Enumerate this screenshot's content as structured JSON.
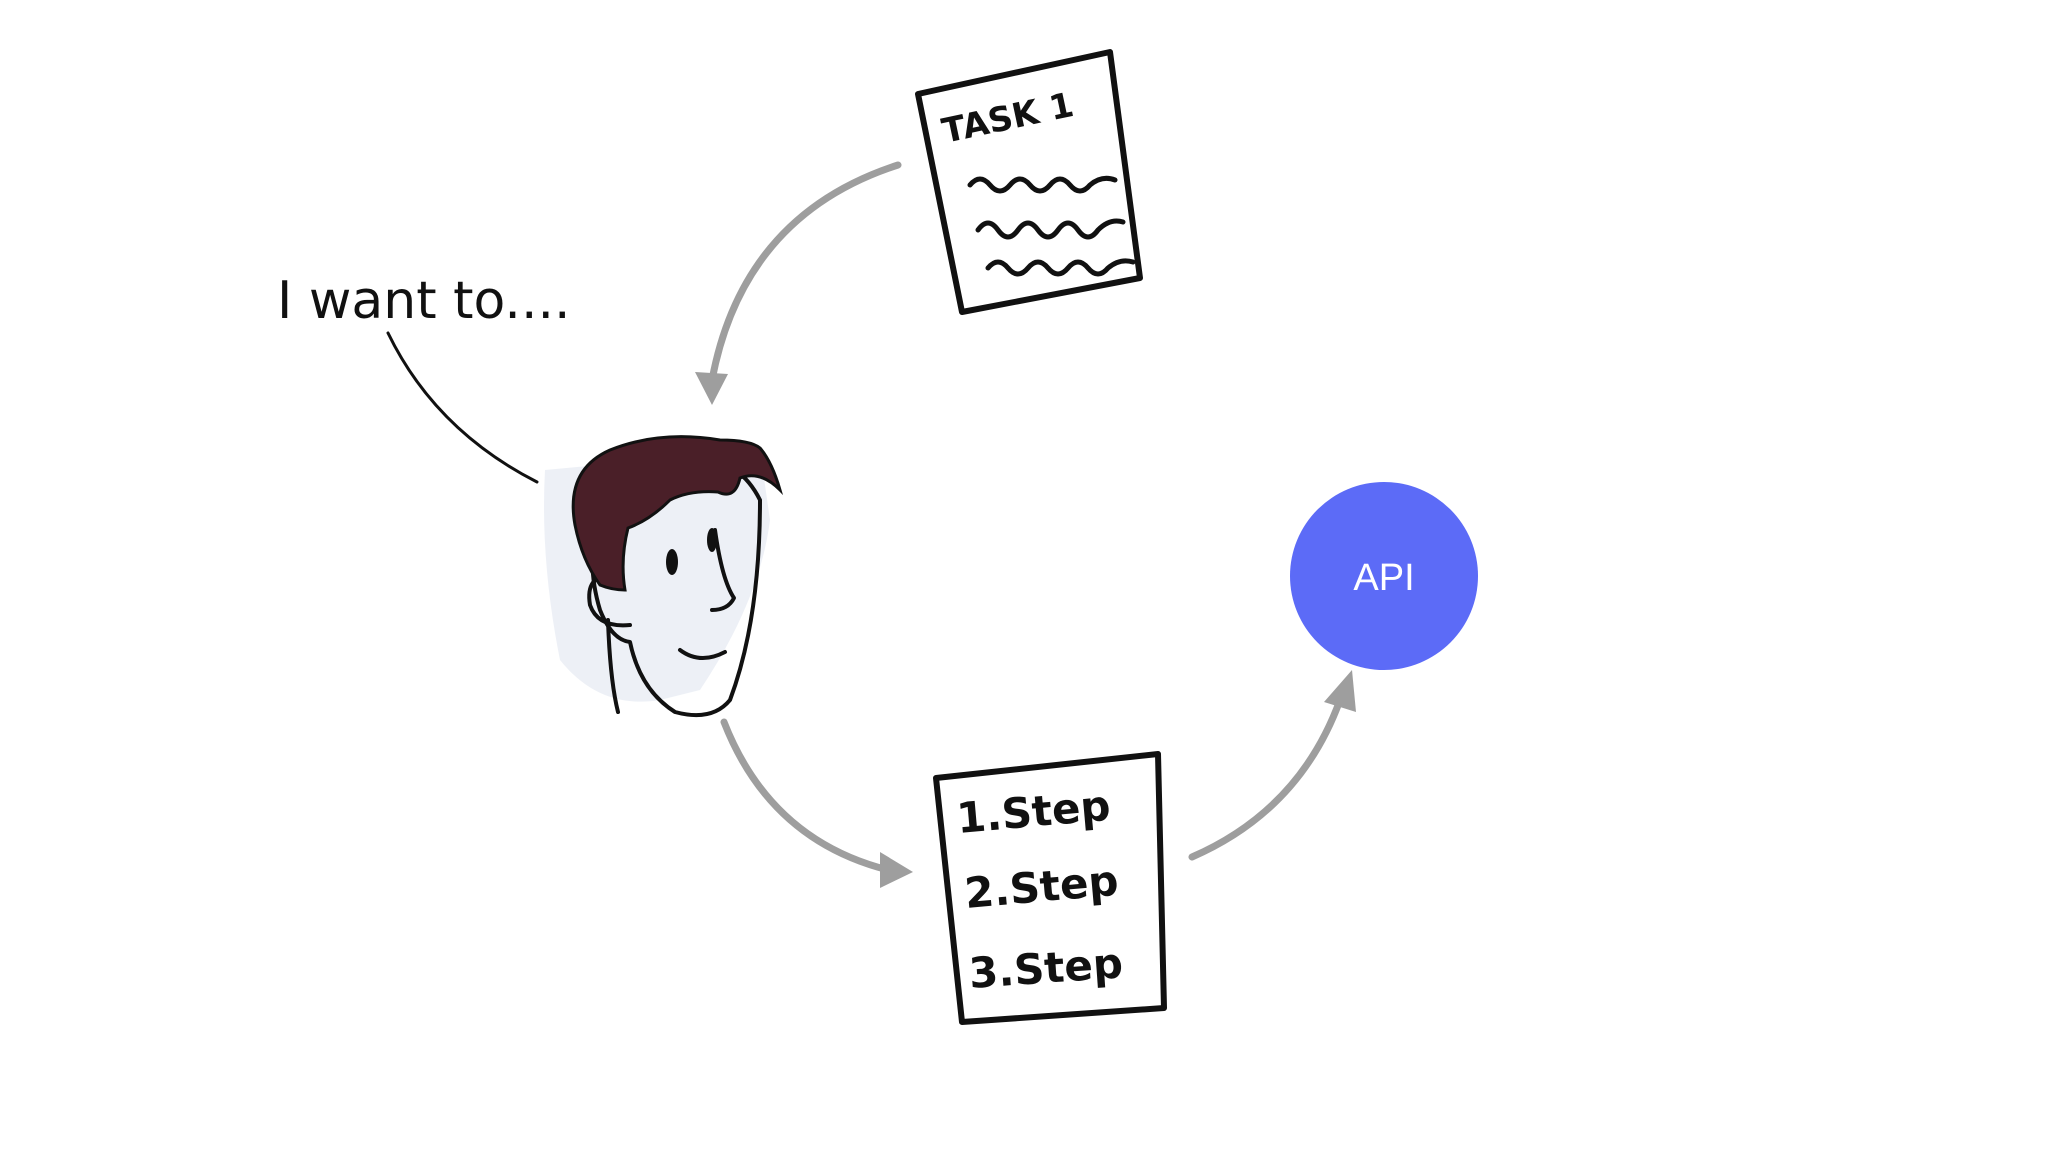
{
  "speech": {
    "text": "I want to...."
  },
  "task_card": {
    "title": "TASK 1",
    "icon": "task-document-icon"
  },
  "steps_card": {
    "icon": "steps-document-icon",
    "steps": [
      "1.Step",
      "2.Step",
      "3.Step"
    ]
  },
  "api": {
    "label": "API",
    "color": "#5c6bf7"
  },
  "person": {
    "icon": "person-face-icon",
    "hair_color": "#4a1f28"
  },
  "arrow_color": "#9e9e9e"
}
